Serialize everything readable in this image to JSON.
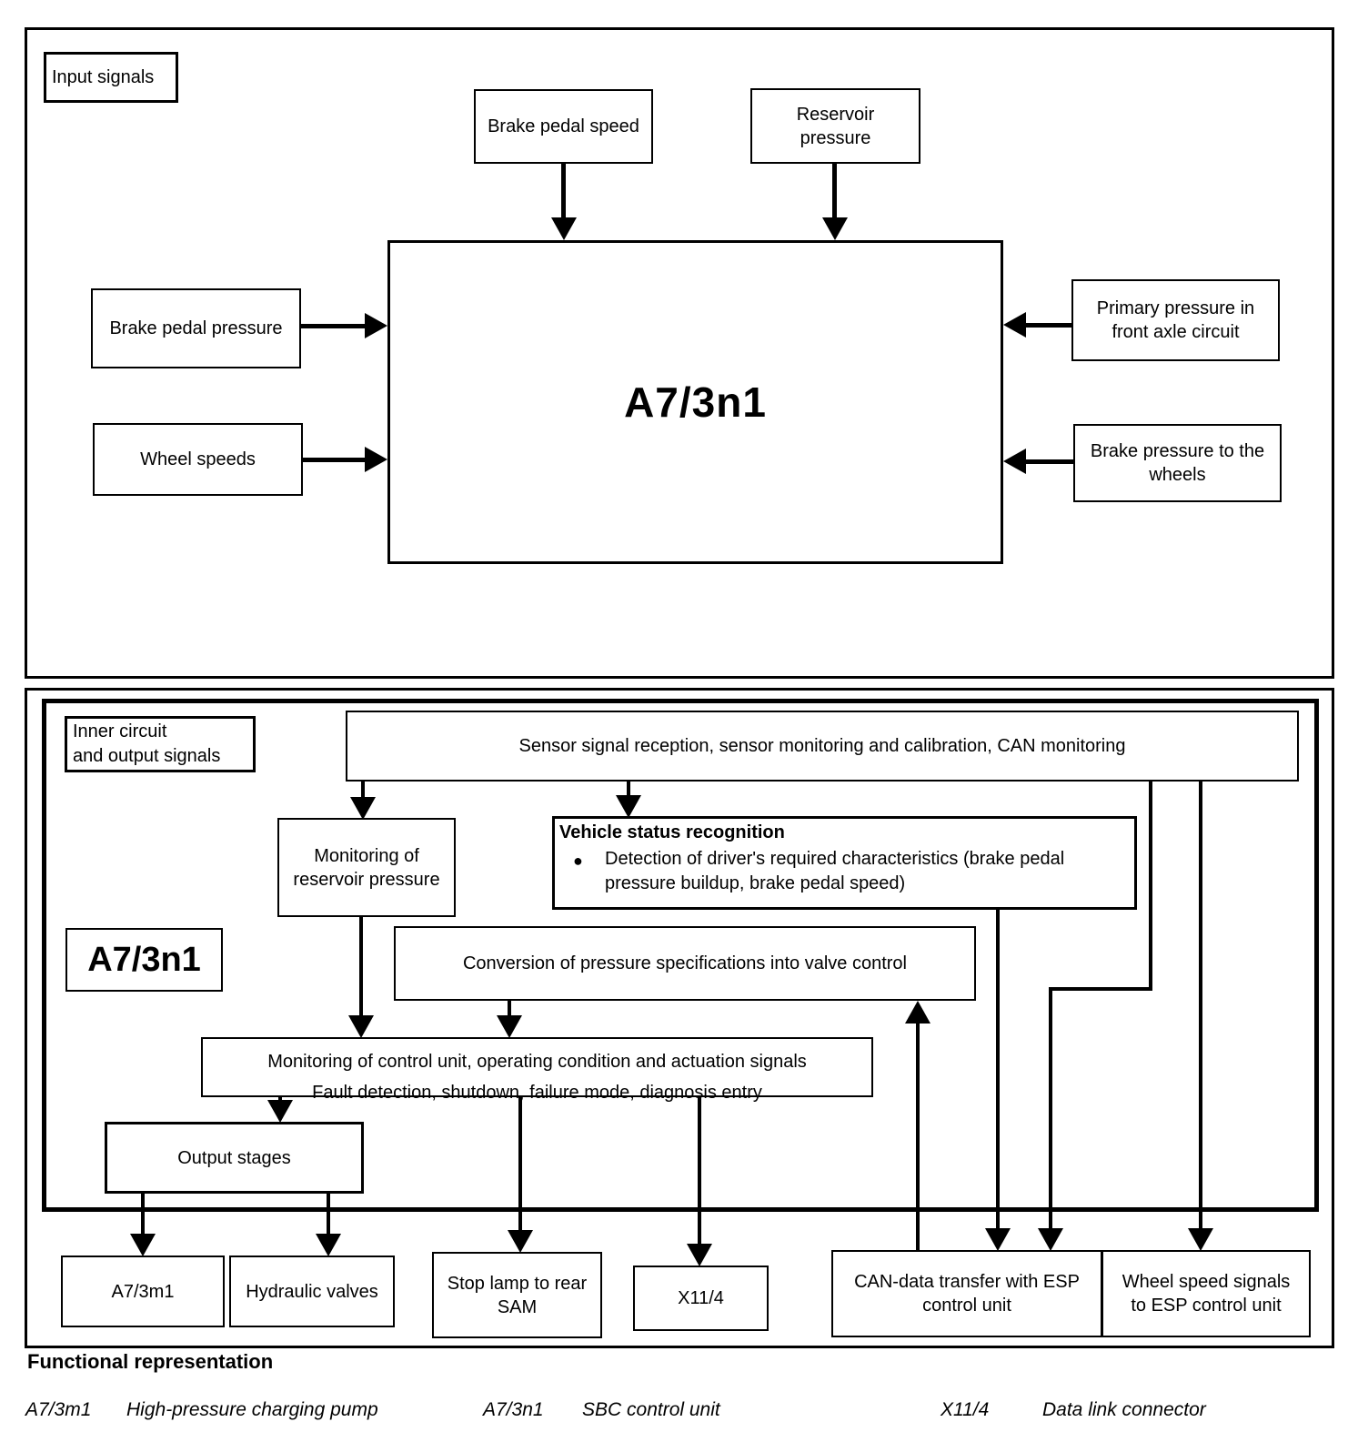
{
  "top_panel": {
    "section_label": "Input signals",
    "unit_label": "A7/3n1",
    "inputs": {
      "brake_pedal_speed": "Brake pedal speed",
      "reservoir_pressure_l1": "Reservoir",
      "reservoir_pressure_l2": "pressure",
      "brake_pedal_pressure": "Brake pedal pressure",
      "wheel_speeds": "Wheel speeds",
      "primary_pressure_l1": "Primary pressure in",
      "primary_pressure_l2": "front axle circuit",
      "brake_pressure_wheels_l1": "Brake pressure to the",
      "brake_pressure_wheels_l2": "wheels"
    }
  },
  "lower_panel": {
    "section_label_l1": "Inner circuit",
    "section_label_l2": "and output signals",
    "unit_label": "A7/3n1",
    "blocks": {
      "sensor": "Sensor signal reception, sensor monitoring and calibration, CAN monitoring",
      "reservoir_monitoring_l1": "Monitoring of",
      "reservoir_monitoring_l2": "reservoir pressure",
      "vehicle_status_title": "Vehicle status recognition",
      "vehicle_status_bullet": "●",
      "vehicle_status_item": "Detection of driver's required characteristics (brake pedal pressure buildup, brake pedal speed)",
      "conversion": "Conversion of pressure specifications into valve control",
      "monitoring_control_l1": "Monitoring of control unit, operating condition and actuation signals",
      "monitoring_control_l2": "Fault detection, shutdown, failure mode, diagnosis entry",
      "output_stages": "Output stages"
    },
    "outputs": {
      "a7_3m1": "A7/3m1",
      "hydraulic_valves": "Hydraulic valves",
      "stop_lamp_l1": "Stop lamp to rear",
      "stop_lamp_l2": "SAM",
      "x11_4": "X11/4",
      "can_data_l1": "CAN-data transfer with ESP",
      "can_data_l2": "control unit",
      "wheel_speed_l1": "Wheel speed signals",
      "wheel_speed_l2": "to ESP control unit"
    }
  },
  "footer": {
    "caption": "Functional representation",
    "legend": [
      {
        "term": "A7/3m1",
        "definition": "High-pressure charging pump"
      },
      {
        "term": "A7/3n1",
        "definition": "SBC control unit"
      },
      {
        "term": "X11/4",
        "definition": "Data link connector"
      }
    ]
  },
  "colors": {
    "ink": "#000000",
    "paper": "#ffffff"
  }
}
